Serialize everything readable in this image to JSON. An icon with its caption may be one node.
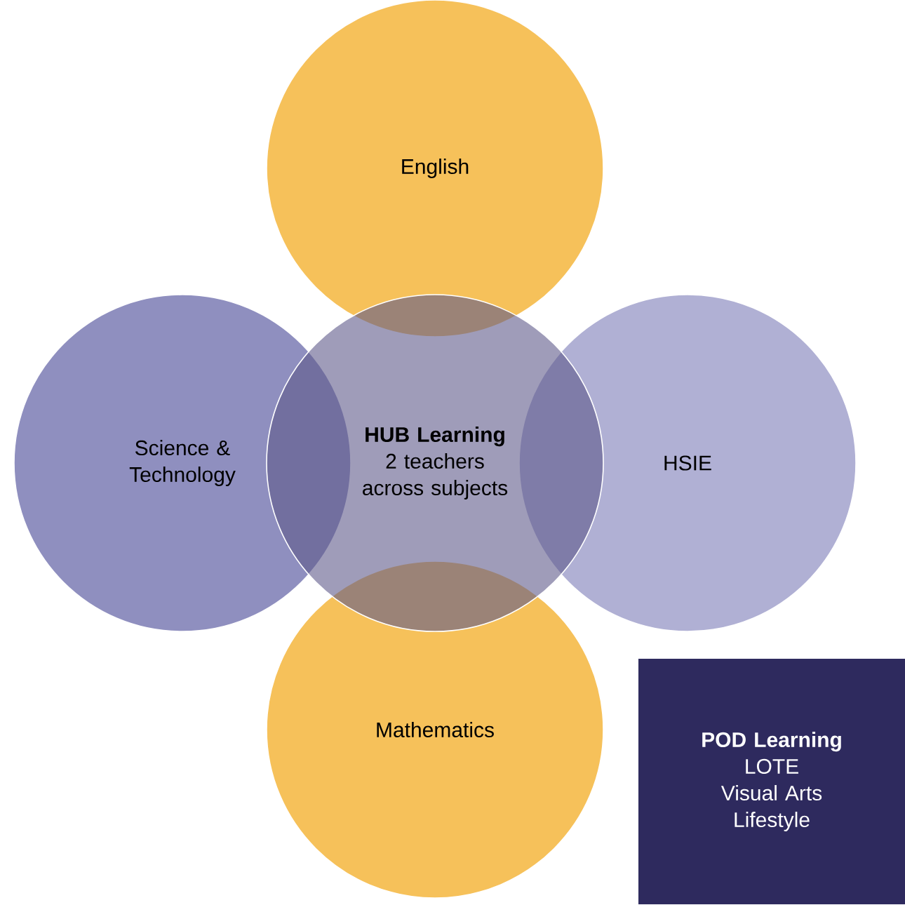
{
  "diagram": {
    "nodes": [
      {
        "text": [
          "English"
        ]
      },
      {
        "text": [
          "Mathematics"
        ]
      },
      {
        "text": [
          "Science & Technology"
        ]
      },
      {
        "text": [
          "HSIE"
        ]
      },
      {
        "text": [
          "HUB Learning",
          "2 teachers across subjects"
        ]
      },
      {
        "text": [
          "POD Learning",
          "LOTE",
          "Visual Arts",
          "Lifestyle"
        ]
      }
    ]
  }
}
